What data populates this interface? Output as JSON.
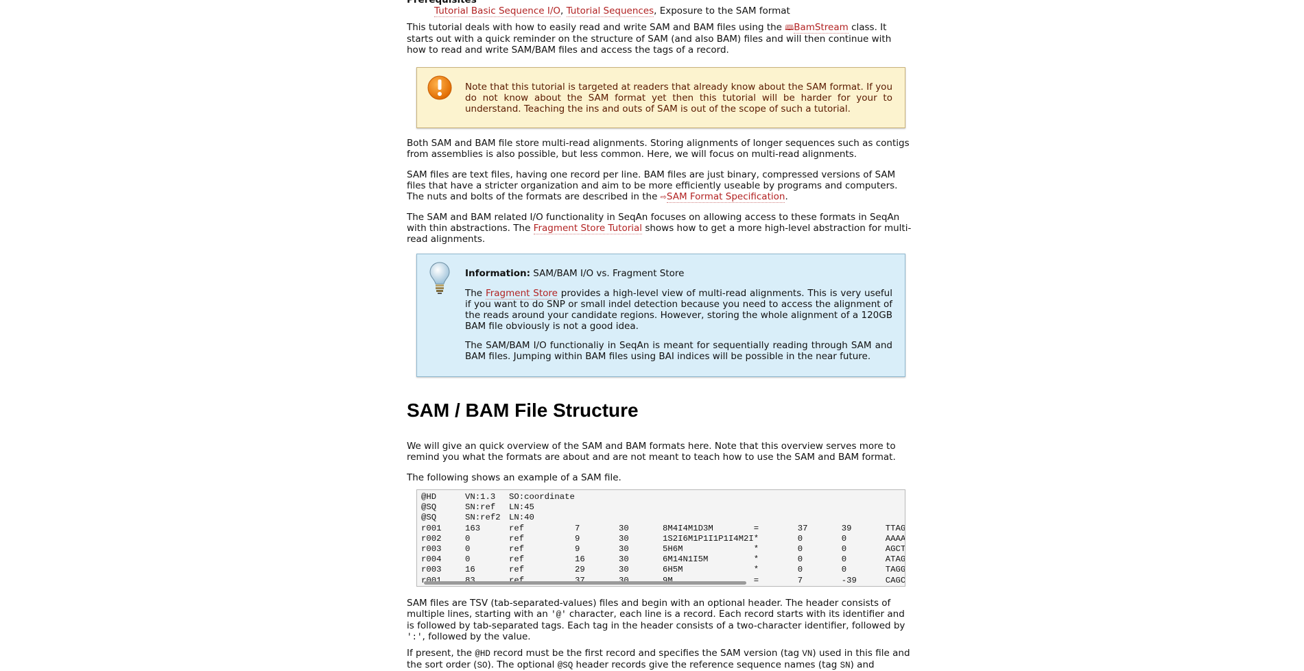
{
  "prereq": {
    "heading": "Prerequisites",
    "link1": "Tutorial Basic Sequence I/O",
    "sep": ", ",
    "link2": "Tutorial Sequences",
    "rest": ", Exposure to the SAM format"
  },
  "intro": {
    "pre": "This tutorial deals with how to easily read and write SAM and BAM files using the ",
    "class_icon": "book-icon",
    "class_link": "BamStream",
    "post": " class. It starts out with a quick reminder on the structure of SAM (and also BAM) files and will then continue with how to read and write SAM/BAM files and access the tags of a record."
  },
  "warning": {
    "icon": "exclamation-icon",
    "text": "Note that this tutorial is targeted at readers that already know about the SAM format. If you do not know about the SAM format yet then this tutorial will be harder for your to understand. Teaching the ins and outs of SAM is out of the scope of such a tutorial."
  },
  "para1": "Both SAM and BAM file store multi-read alignments. Storing alignments of longer sequences such as contigs from assemblies is also possible, but less common. Here, we will focus on multi-read alignments.",
  "para2": {
    "pre": "SAM files are text files, having one record per line. BAM files are just binary, compressed versions of SAM files that have a stricter organization and aim to be more efficiently useable by programs and computers. The nuts and bolts of the formats are described in the ",
    "link": "SAM Format Specification",
    "post": "."
  },
  "para3": {
    "pre": "The SAM and BAM related I/O functionality in SeqAn focuses on allowing access to these formats in SeqAn with thin abstractions. The ",
    "link": "Fragment Store Tutorial",
    "post": " shows how to get a more high-level abstraction for multi-read alignments."
  },
  "info": {
    "icon": "lightbulb-icon",
    "label": "Information:",
    "title": " SAM/BAM I/O vs. Fragment Store",
    "p1_pre": "The ",
    "p1_link": "Fragment Store",
    "p1_post": " provides a high-level view of multi-read alignments. This is very useful if you want to do SNP or small indel detection because you need to access the alignment of the reads around your candidate regions. However, storing the whole alignment of a 120GB BAM file obviously is not a good idea.",
    "p2": "The SAM/BAM I/O functionaliy in SeqAn is meant for sequentially reading through SAM and BAM files. Jumping within BAM files using BAI indices will be possible in the near future."
  },
  "section_title": "SAM / BAM File Structure",
  "para4": "We will give an quick overview of the SAM and BAM formats here. Note that this overview serves more to remind you what the formats are about and are not meant to teach how to use the SAM and BAM format.",
  "para5": "The following shows an example of a SAM file.",
  "sam_rows": [
    [
      "@HD",
      "VN:1.3",
      "SO:coordinate",
      "",
      "",
      "",
      "",
      "",
      "",
      ""
    ],
    [
      "@SQ",
      "SN:ref",
      "LN:45",
      "",
      "",
      "",
      "",
      "",
      "",
      ""
    ],
    [
      "@SQ",
      "SN:ref2",
      "LN:40",
      "",
      "",
      "",
      "",
      "",
      "",
      ""
    ],
    [
      "r001",
      "163",
      "ref",
      "7",
      "30",
      "8M4I4M1D3M",
      "=",
      "37",
      "39",
      "TTAGATAA"
    ],
    [
      "r002",
      "0",
      "ref",
      "9",
      "30",
      "1S2I6M1P1I1P1I4M2I",
      "*",
      "0",
      "0",
      "AAAAGATAA"
    ],
    [
      "r003",
      "0",
      "ref",
      "9",
      "30",
      "5H6M",
      "*",
      "0",
      "0",
      "AGCTAA",
      "*"
    ],
    [
      "r004",
      "0",
      "ref",
      "16",
      "30",
      "6M14N1I5M",
      "*",
      "0",
      "0",
      "ATAGCTCT"
    ],
    [
      "r003",
      "16",
      "ref",
      "29",
      "30",
      "6H5M",
      "*",
      "0",
      "0",
      "TAGGC",
      "*"
    ],
    [
      "r001",
      "83",
      "ref",
      "37",
      "30",
      "9M",
      "=",
      "7",
      "-39",
      "CAGCGCCAT"
    ]
  ],
  "para6": {
    "t1": "SAM files are TSV (tab-separated-values) files and begin with an optional header. The header consists of multiple lines, starting with an ",
    "c1": "'@'",
    "t2": " character, each line is a record. Each record starts with its identifier and is followed by tab-separated tags. Each tag in the header consists of a two-character identifier, followed by ",
    "c2": "':'",
    "t3": ", followed by the value."
  },
  "para7": {
    "t1": "If present, the ",
    "c1": "@HD",
    "t2": " record must be the first record and specifies the SAM version (tag ",
    "c2": "VN",
    "t3": ") used in this file and the sort order (",
    "c3": "SO",
    "t4": "). The optional ",
    "c4": "@SQ",
    "t5": " header records give the reference sequence names (tag ",
    "c5": "SN",
    "t6": ") and"
  }
}
